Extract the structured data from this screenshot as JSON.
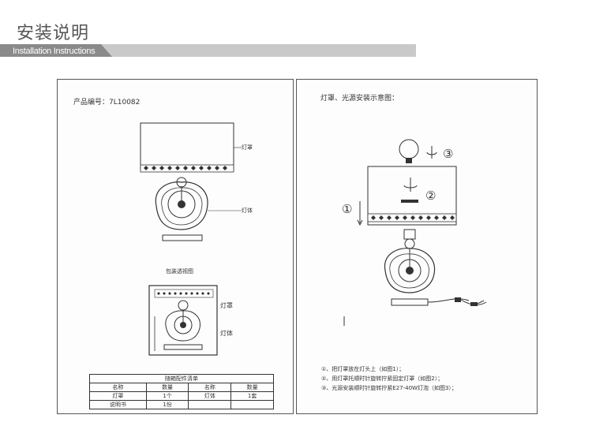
{
  "header": {
    "title": "安装说明",
    "subtitle": "Installation Instructions"
  },
  "left_page": {
    "product_code": "产品编号：7L10082",
    "label_shade": "灯罩",
    "label_body": "灯体",
    "package_caption": "包装透视图",
    "pkg_label_shade": "灯罩",
    "pkg_label_body": "灯体",
    "parts_table": {
      "title": "随箱配件清单",
      "headers": [
        "名称",
        "数量",
        "名称",
        "数量"
      ],
      "rows": [
        [
          "灯罩",
          "1个",
          "灯体",
          "1套"
        ],
        [
          "说明书",
          "1份",
          "",
          ""
        ]
      ]
    }
  },
  "right_page": {
    "title": "灯罩、光源安装示意图：",
    "markers": [
      "①",
      "②",
      "③"
    ],
    "steps": [
      "①、把灯罩放在灯头上（如图1）；",
      "②、用灯罩托顺时针旋转拧紧固定灯罩（如图2）；",
      "③、光源安装顺时针旋转拧紧E27-40W灯泡（如图3）；"
    ]
  },
  "colors": {
    "bar_gray": "#c9c9c9",
    "line_dark": "#333333",
    "page_border": "#555555"
  }
}
